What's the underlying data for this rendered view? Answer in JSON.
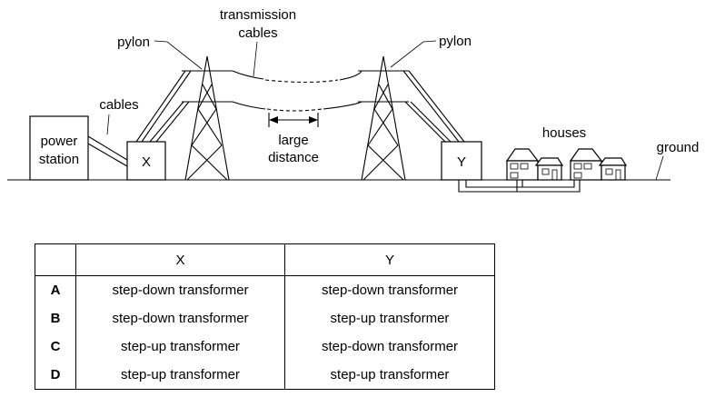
{
  "diagram": {
    "labels": {
      "transmission_line1": "transmission",
      "transmission_line2": "cables",
      "pylon_left": "pylon",
      "pylon_right": "pylon",
      "cables": "cables",
      "power_line1": "power",
      "power_line2": "station",
      "box_x": "X",
      "box_y": "Y",
      "large_line1": "large",
      "large_line2": "distance",
      "houses": "houses",
      "ground": "ground"
    }
  },
  "table": {
    "headers": [
      "",
      "X",
      "Y"
    ],
    "rows": [
      {
        "option": "A",
        "x": "step-down transformer",
        "y": "step-down transformer"
      },
      {
        "option": "B",
        "x": "step-down transformer",
        "y": "step-up transformer"
      },
      {
        "option": "C",
        "x": "step-up transformer",
        "y": "step-down transformer"
      },
      {
        "option": "D",
        "x": "step-up transformer",
        "y": "step-up transformer"
      }
    ]
  }
}
